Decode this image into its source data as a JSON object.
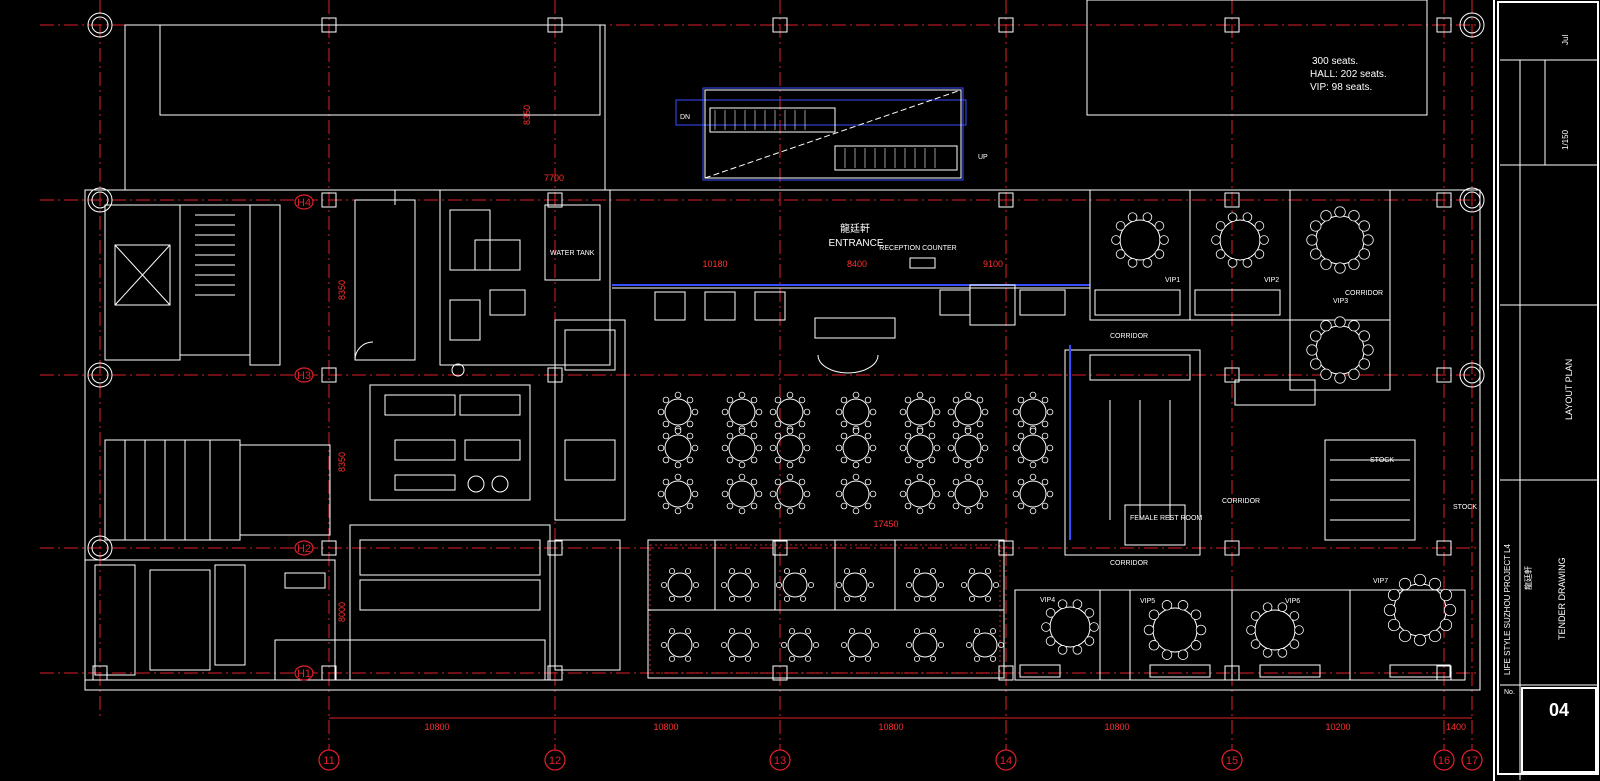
{
  "drawing": {
    "entrance_cn": "龍廷軒",
    "entrance": "ENTRANCE",
    "reception_counter": "RECEPTION COUNTER",
    "seats_total": "300 seats.",
    "seats_hall": "HALL: 202 seats.",
    "seats_vip": "VIP: 98 seats.",
    "escalator_dn": "DN",
    "escalator_up": "UP",
    "rooms": {
      "vip1": "VIP1",
      "vip2": "VIP2",
      "vip3": "VIP3",
      "vip4": "VIP4",
      "vip5": "VIP5",
      "vip6": "VIP6",
      "vip7": "VIP7",
      "corridor": "CORRIDOR",
      "stock": "STOCK",
      "female_rest_room": "FEMALE REST ROOM",
      "water_tank": "WATER TANK"
    },
    "dimensions": {
      "bottom": [
        "10800",
        "10800",
        "10800",
        "10800",
        "10200",
        "1400"
      ],
      "vertical": [
        "8350",
        "8350",
        "8350",
        "8000"
      ],
      "hall_width": "17450",
      "top_7700": "7700",
      "top_10180": "10180",
      "top_8400": "8400",
      "top_9100": "9100"
    },
    "axes_bottom": [
      "11",
      "12",
      "13",
      "14",
      "15",
      "16",
      "17"
    ],
    "axes_left": [
      "H4",
      "H3",
      "H2",
      "H1"
    ]
  },
  "title_block": {
    "project": "LIFE STYLE SUZHOU PROJECT L4",
    "project_cn": "龍廷軒",
    "layout": "LAYOUT PLAN",
    "stage": "TENDER DRAWING",
    "scale": "1/150",
    "date": "Jul",
    "no_label": "No.",
    "sheet_no": "04"
  }
}
